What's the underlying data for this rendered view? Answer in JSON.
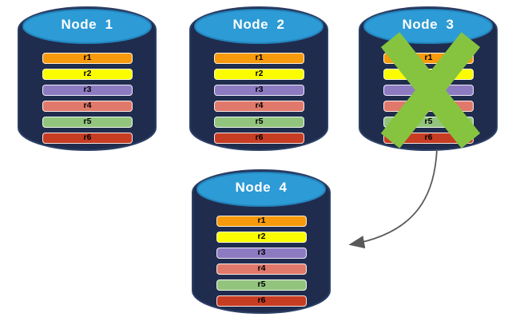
{
  "nodes": [
    {
      "id": "node-1",
      "label": "Node  1",
      "records": [
        "r1",
        "r2",
        "r3",
        "r4",
        "r5",
        "r6"
      ],
      "failed": false
    },
    {
      "id": "node-2",
      "label": "Node  2",
      "records": [
        "r1",
        "r2",
        "r3",
        "r4",
        "r5",
        "r6"
      ],
      "failed": false
    },
    {
      "id": "node-3",
      "label": "Node  3",
      "records": [
        "r1",
        "r2",
        "r3",
        "r4",
        "r5",
        "r6"
      ],
      "failed": true
    },
    {
      "id": "node-4",
      "label": "Node  4",
      "records": [
        "r1",
        "r2",
        "r3",
        "r4",
        "r5",
        "r6"
      ],
      "failed": false
    }
  ],
  "record_colors": {
    "r1": "#F79A0B",
    "r2": "#FCFC00",
    "r3": "#8D7BC2",
    "r4": "#E0796B",
    "r5": "#92C47E",
    "r6": "#C63D23"
  },
  "colors": {
    "cylinder_body": "#1F2C4E",
    "cylinder_outline": "#2C4066",
    "cylinder_top": "#2D9BD5",
    "cylinder_top_edge": "#2383BC",
    "failure_x": "#86C440",
    "arrow": "#595959"
  },
  "icons": {
    "failure": "x-mark-icon",
    "transfer": "curved-arrow-icon"
  }
}
